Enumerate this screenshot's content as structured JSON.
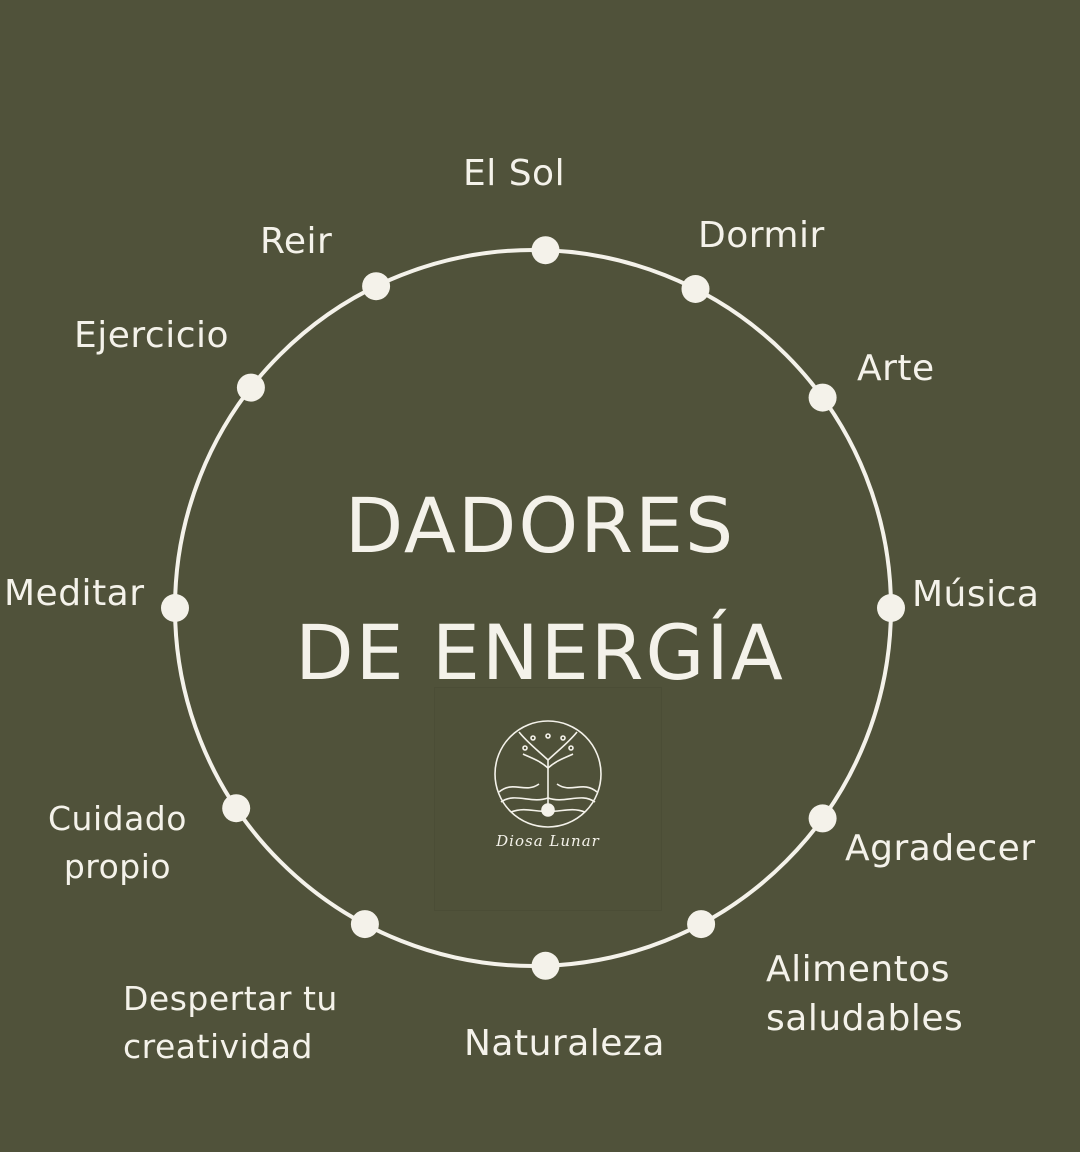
{
  "diagram": {
    "title_line1": "DADORES",
    "title_line2": "DE ENERGÍA",
    "nodes": [
      {
        "label": "El Sol"
      },
      {
        "label": "Dormir"
      },
      {
        "label": "Arte"
      },
      {
        "label": "Música"
      },
      {
        "label": "Agradecer"
      },
      {
        "label": "Alimentos saludables",
        "lines": [
          "Alimentos",
          "saludables"
        ]
      },
      {
        "label": "Naturaleza"
      },
      {
        "label": "Despertar tu creatividad",
        "lines": [
          "Despertar tu",
          "creatividad"
        ]
      },
      {
        "label": "Cuidado propio",
        "lines": [
          "Cuidado",
          "propio"
        ]
      },
      {
        "label": "Meditar"
      },
      {
        "label": "Ejercicio"
      },
      {
        "label": "Reir"
      }
    ]
  },
  "logo": {
    "icon": "tree-moon-circle-icon",
    "text": "Diosa Lunar"
  },
  "colors": {
    "background": "#50523a",
    "foreground": "#f4f2ea"
  }
}
